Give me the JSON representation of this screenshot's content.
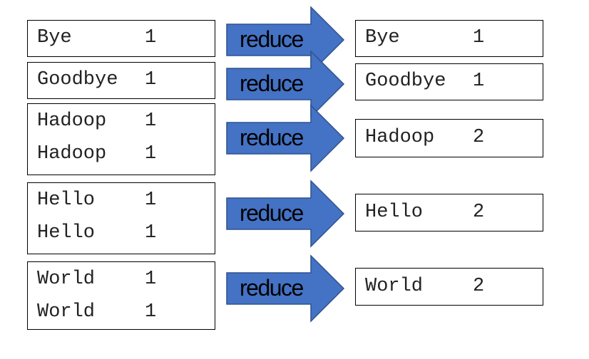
{
  "arrow_color": "#4472C4",
  "arrow_stroke": "#2F528F",
  "inputs": [
    {
      "lines": [
        {
          "key": "Bye",
          "value": "1"
        }
      ]
    },
    {
      "lines": [
        {
          "key": "Goodbye",
          "value": "1"
        }
      ]
    },
    {
      "lines": [
        {
          "key": "Hadoop",
          "value": "1"
        },
        {
          "key": "Hadoop",
          "value": "1"
        }
      ]
    },
    {
      "lines": [
        {
          "key": "Hello",
          "value": "1"
        },
        {
          "key": "Hello",
          "value": "1"
        }
      ]
    },
    {
      "lines": [
        {
          "key": "World",
          "value": "1"
        },
        {
          "key": "World",
          "value": "1"
        }
      ]
    }
  ],
  "arrows": [
    {
      "label": "reduce"
    },
    {
      "label": "reduce"
    },
    {
      "label": "reduce"
    },
    {
      "label": "reduce"
    },
    {
      "label": "reduce"
    }
  ],
  "outputs": [
    {
      "key": "Bye",
      "value": "1"
    },
    {
      "key": "Goodbye",
      "value": "1"
    },
    {
      "key": "Hadoop",
      "value": "2"
    },
    {
      "key": "Hello",
      "value": "2"
    },
    {
      "key": "World",
      "value": "2"
    }
  ]
}
